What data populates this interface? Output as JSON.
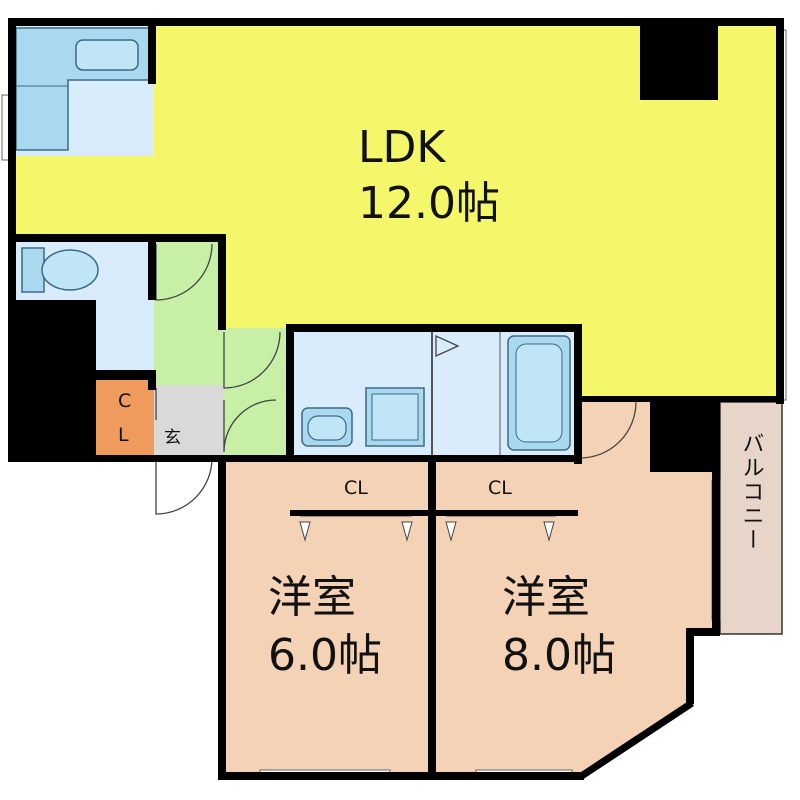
{
  "rooms": {
    "ldk": {
      "name": "LDK",
      "size": "12.0帖"
    },
    "western1": {
      "name": "洋室",
      "size": "6.0帖"
    },
    "western2": {
      "name": "洋室",
      "size": "8.0帖"
    },
    "closet_left": {
      "line1": "C",
      "line2": "L"
    },
    "closet_mid": {
      "label": "CL"
    },
    "closet_right": {
      "label": "CL"
    },
    "entrance": {
      "label": "玄"
    },
    "balcony": {
      "label": "バルコニー"
    }
  },
  "colors": {
    "ldk": "#f5f76a",
    "western": "#f4d2b5",
    "closet": "#ef9b5e",
    "wet_area": "#d8ecfb",
    "fixture": "#a9d8ef",
    "hall": "#c7f0a6",
    "entrance": "#d9d9d9",
    "balcony": "#e7d5ca",
    "wall": "#000000"
  }
}
